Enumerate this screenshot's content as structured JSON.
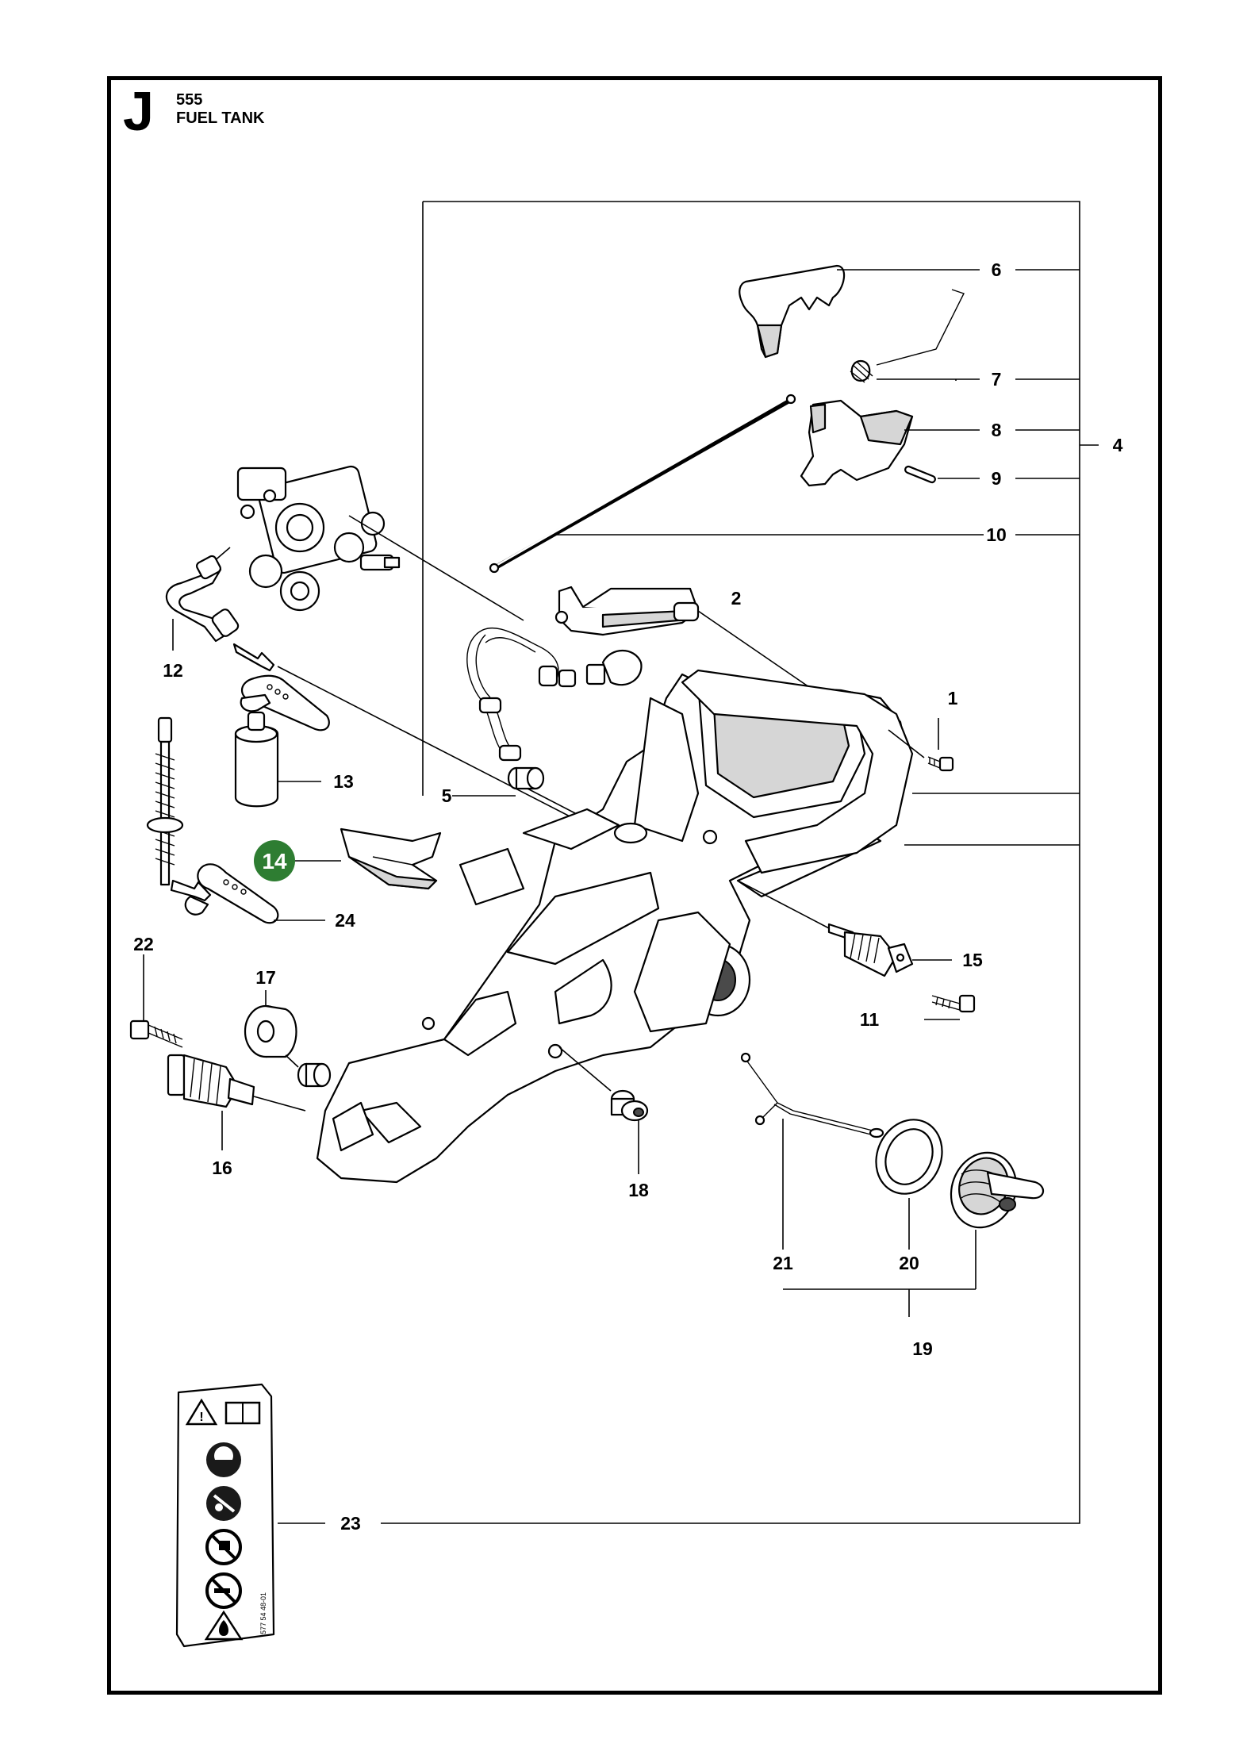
{
  "header": {
    "section_letter": "J",
    "model": "555",
    "title": "FUEL TANK"
  },
  "callouts": {
    "c1": "1",
    "c2": "2",
    "c4": "4",
    "c5": "5",
    "c6": "6",
    "c7": "7",
    "c8": "8",
    "c9": "9",
    "c10": "10",
    "c11": "11",
    "c12": "12",
    "c13": "13",
    "c14": "14",
    "c15": "15",
    "c16": "16",
    "c17": "17",
    "c18": "18",
    "c19": "19",
    "c20": "20",
    "c21": "21",
    "c22": "22",
    "c23": "23",
    "c24": "24"
  },
  "highlighted_callout": "14",
  "highlight_color": "#2e7d32",
  "sticker_code": "577 54 48-01",
  "icons": [
    "warning-triangle-icon",
    "manual-book-icon",
    "ear-eye-protection-icon",
    "no-one-hand-icon",
    "no-kickback-icon",
    "no-smoking-icon",
    "flammable-warning-icon"
  ]
}
